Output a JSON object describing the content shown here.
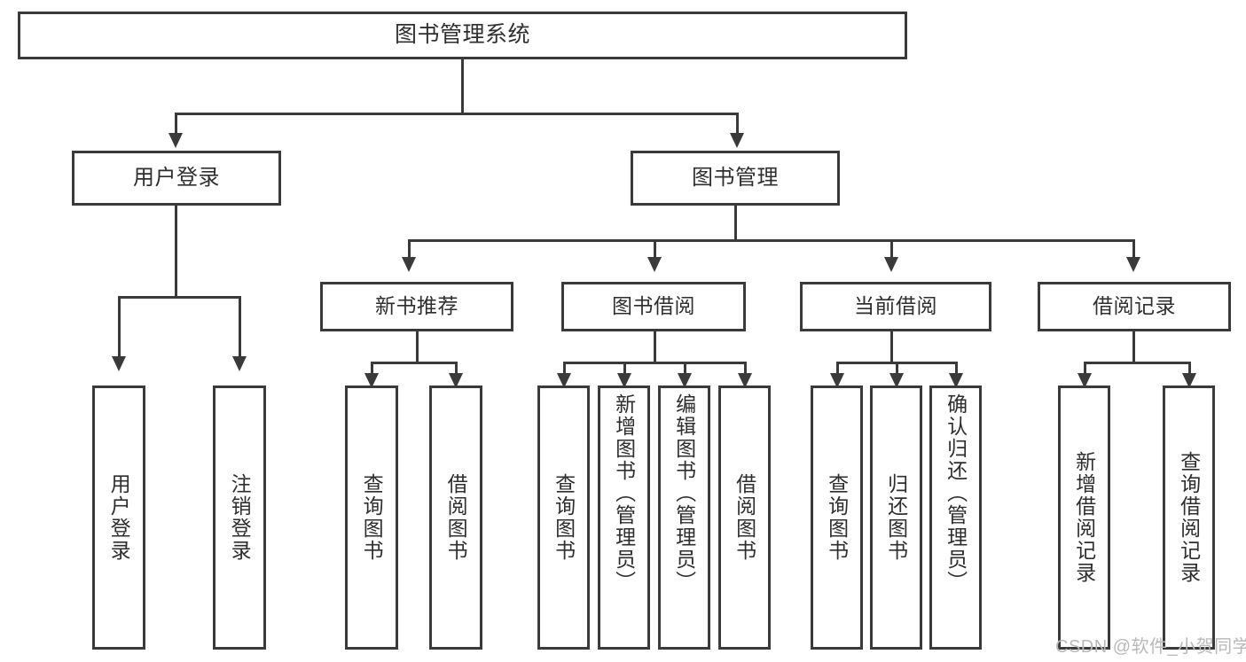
{
  "diagram": {
    "type": "tree-hierarchy-chart",
    "title": "图书管理系统",
    "root": {
      "name": "root-node",
      "label": "图书管理系统"
    },
    "level1": [
      {
        "name": "user-login",
        "label": "用户登录"
      },
      {
        "name": "book-management",
        "label": "图书管理"
      }
    ],
    "level2": [
      {
        "name": "new-book-recommend",
        "label": "新书推荐"
      },
      {
        "name": "book-borrow",
        "label": "图书借阅"
      },
      {
        "name": "current-borrow",
        "label": "当前借阅"
      },
      {
        "name": "borrow-record",
        "label": "借阅记录"
      }
    ],
    "leaves": {
      "user_login": [
        {
          "name": "leaf-user-login",
          "label": "用户登录"
        },
        {
          "name": "leaf-logout-login",
          "label": "注销登录"
        }
      ],
      "new_book_recommend": [
        {
          "name": "leaf-query-book-1",
          "label": "查询图书"
        },
        {
          "name": "leaf-borrow-book-1",
          "label": "借阅图书"
        }
      ],
      "book_borrow": [
        {
          "name": "leaf-query-book-2",
          "label": "查询图书"
        },
        {
          "name": "leaf-add-book-admin",
          "label": "新增图书（管理员）"
        },
        {
          "name": "leaf-edit-book-admin",
          "label": "编辑图书（管理员）"
        },
        {
          "name": "leaf-borrow-book-2",
          "label": "借阅图书"
        }
      ],
      "current_borrow": [
        {
          "name": "leaf-query-book-3",
          "label": "查询图书"
        },
        {
          "name": "leaf-return-book",
          "label": "归还图书"
        },
        {
          "name": "leaf-confirm-return-admin",
          "label": "确认归还（管理员）"
        }
      ],
      "borrow_record": [
        {
          "name": "leaf-add-borrow-record",
          "label": "新增借阅记录"
        },
        {
          "name": "leaf-query-borrow-record",
          "label": "查询借阅记录"
        }
      ]
    }
  },
  "watermark": {
    "text": "CSDN @软件_小贺同学"
  },
  "colors": {
    "background": "#ffffff",
    "border": "#3a3a3a",
    "text": "#2e2e2e",
    "watermark": "#b9b9b9"
  }
}
